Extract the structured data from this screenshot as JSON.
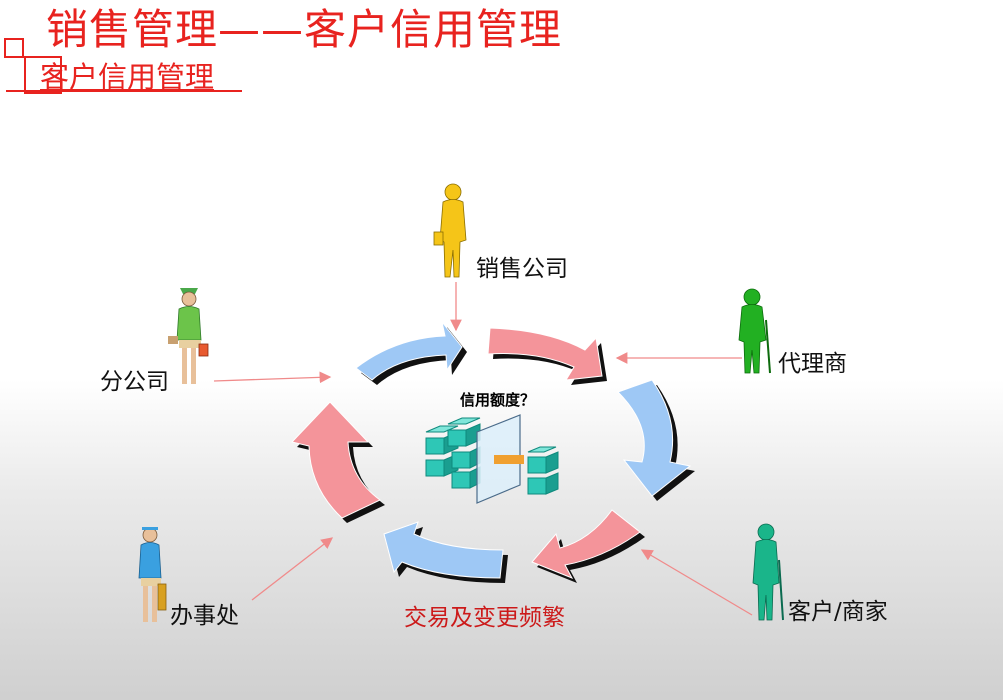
{
  "header": {
    "title": "销售管理——客户信用管理",
    "subtitle": "客户信用管理"
  },
  "diagram": {
    "center_label": "信用额度？",
    "cycle_label": "交易及变更频繁",
    "nodes": [
      {
        "id": "sales-company",
        "label": "销售公司",
        "color": "#f5c518"
      },
      {
        "id": "agent",
        "label": "代理商",
        "color": "#22b022"
      },
      {
        "id": "customer",
        "label": "客户/商家",
        "color": "#1ab58a"
      },
      {
        "id": "office",
        "label": "办事处",
        "color": "#3aa0e0"
      },
      {
        "id": "branch",
        "label": "分公司",
        "color": "#6cc44a"
      }
    ]
  },
  "colors": {
    "title": "#e8231f",
    "arrow_pink": "#f4949a",
    "arrow_blue": "#9ec8f5",
    "connector": "#f08a8a",
    "cube": "#2ec7b6"
  }
}
